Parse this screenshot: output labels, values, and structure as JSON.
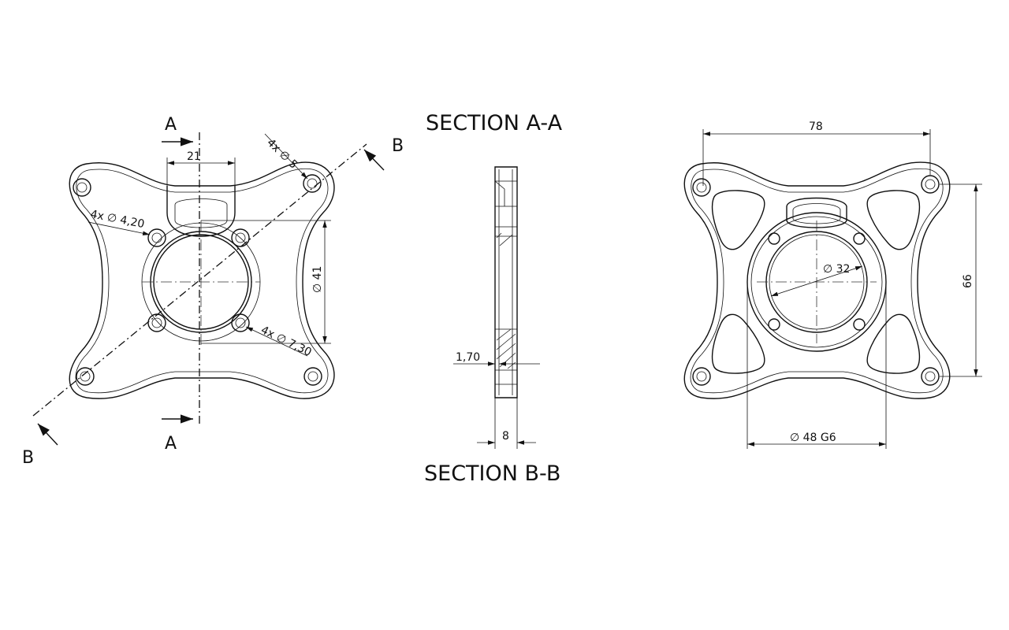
{
  "sections": {
    "aa_title": "SECTION A-A",
    "bb_title": "SECTION B-B",
    "cut_a": "A",
    "cut_b": "B"
  },
  "front_view": {
    "dim_slot_width": "21",
    "dim_corner_holes": "4x ∅ 5",
    "dim_inner_holes": "4x ∅ 4,20",
    "dim_counterbore": "4x ∅ 7,30",
    "dim_bore": "∅ 41"
  },
  "section_view": {
    "dim_step": "1,70",
    "dim_thickness": "8"
  },
  "rear_view": {
    "dim_overall_width": "78",
    "dim_hole_spacing": "66",
    "dim_bore": "∅ 32",
    "dim_spigot": "∅ 48 G6"
  }
}
